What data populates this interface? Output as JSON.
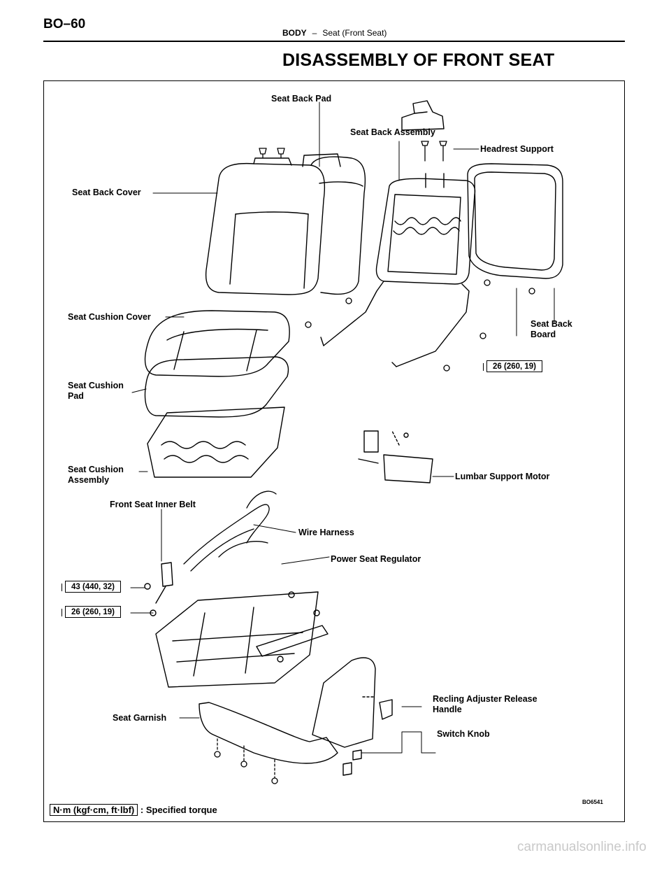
{
  "header": {
    "page_number": "BO–60",
    "section": "BODY",
    "separator": "–",
    "subsection": "Seat (Front Seat)"
  },
  "title": "DISASSEMBLY OF FRONT SEAT",
  "labels": {
    "seat_back_pad": "Seat Back Pad",
    "seat_back_assembly": "Seat Back Assembly",
    "headrest_support": "Headrest Support",
    "seat_back_cover": "Seat Back Cover",
    "seat_cushion_cover": "Seat Cushion Cover",
    "seat_back_board": "Seat Back\nBoard",
    "seat_cushion_pad": "Seat Cushion\nPad",
    "seat_cushion_assembly": "Seat Cushion\nAssembly",
    "lumbar_support_motor": "Lumbar Support Motor",
    "front_seat_inner_belt": "Front Seat Inner Belt",
    "wire_harness": "Wire Harness",
    "power_seat_regulator": "Power Seat Regulator",
    "reclining_handle": "Recling Adjuster Release\nHandle",
    "seat_garnish": "Seat Garnish",
    "switch_knob": "Switch Knob"
  },
  "torque": {
    "seat_back_hinge": "26 (260, 19)",
    "inner_belt": "43 (440, 32)",
    "regulator": "26 (260, 19)"
  },
  "figure_code": "BO6541",
  "legend": {
    "unit_box": "N·m (kgf·cm, ft·lbf)",
    "text": ": Specified torque"
  },
  "watermark": "carmanualsonline.info"
}
